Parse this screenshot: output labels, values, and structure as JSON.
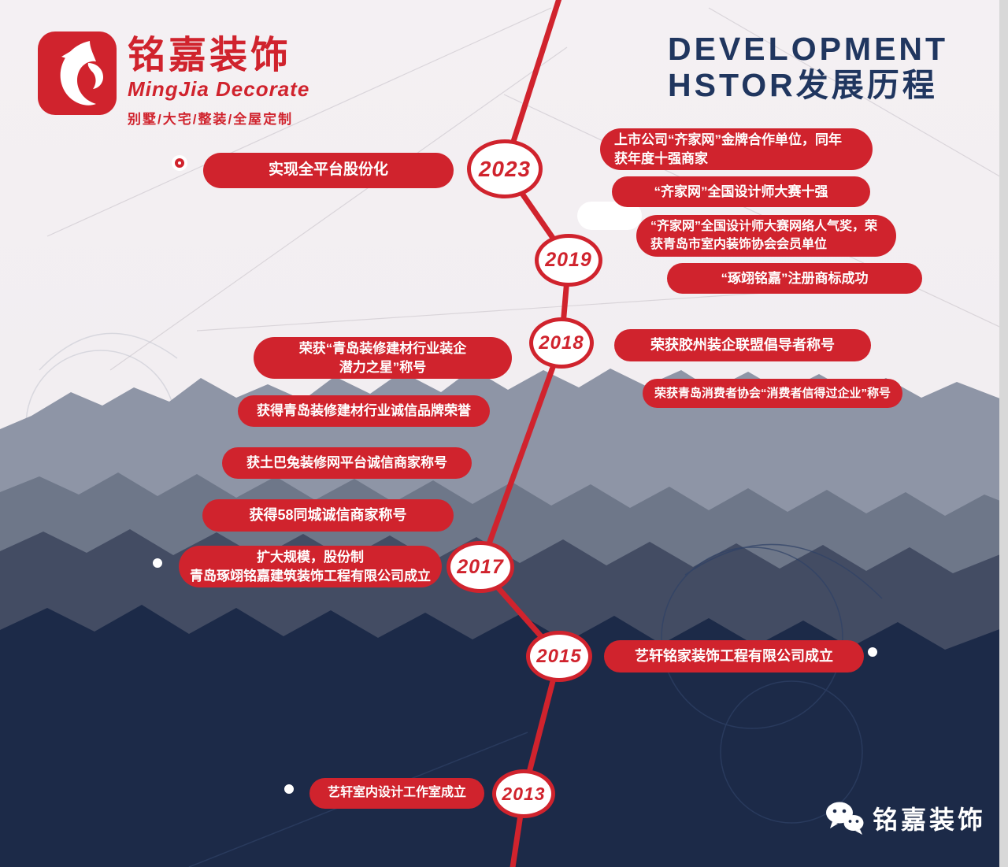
{
  "logo": {
    "brand_cn": "铭嘉装饰",
    "brand_en": "MingJia Decorate",
    "tagline": "别墅/大宅/整装/全屋定制"
  },
  "header": {
    "title_line1": "DEVELOPMENT",
    "title_line2": "HSTOR发展历程"
  },
  "timeline": {
    "years": [
      "2023",
      "2019",
      "2018",
      "2017",
      "2015",
      "2013"
    ],
    "milestones": [
      "实现全平台股份化",
      "上市公司“齐家网”金牌合作单位，同年\n获年度十强商家",
      "“齐家网”全国设计师大赛十强",
      "“齐家网”全国设计师大赛网络人气奖，荣\n获青岛市室内装饰协会会员单位",
      "“琢翊铭嘉”注册商标成功",
      "荣获“青岛装修建材行业装企\n潜力之星”称号",
      "荣获胶州装企联盟倡导者称号",
      "荣获青岛消费者协会“消费者信得过企业”称号",
      "获得青岛装修建材行业诚信品牌荣誉",
      "获土巴兔装修网平台诚信商家称号",
      "获得58同城诚信商家称号",
      "扩大规模，股份制\n青岛琢翊铭嘉建筑装饰工程有限公司成立",
      "艺轩铭家装饰工程有限公司成立",
      "艺轩室内设计工作室成立"
    ]
  },
  "footer": {
    "wechat_label": "铭嘉装饰"
  },
  "colors": {
    "accent_red": "#d0232d",
    "deep_navy": "#1c2a48",
    "title_navy": "#20365f"
  }
}
